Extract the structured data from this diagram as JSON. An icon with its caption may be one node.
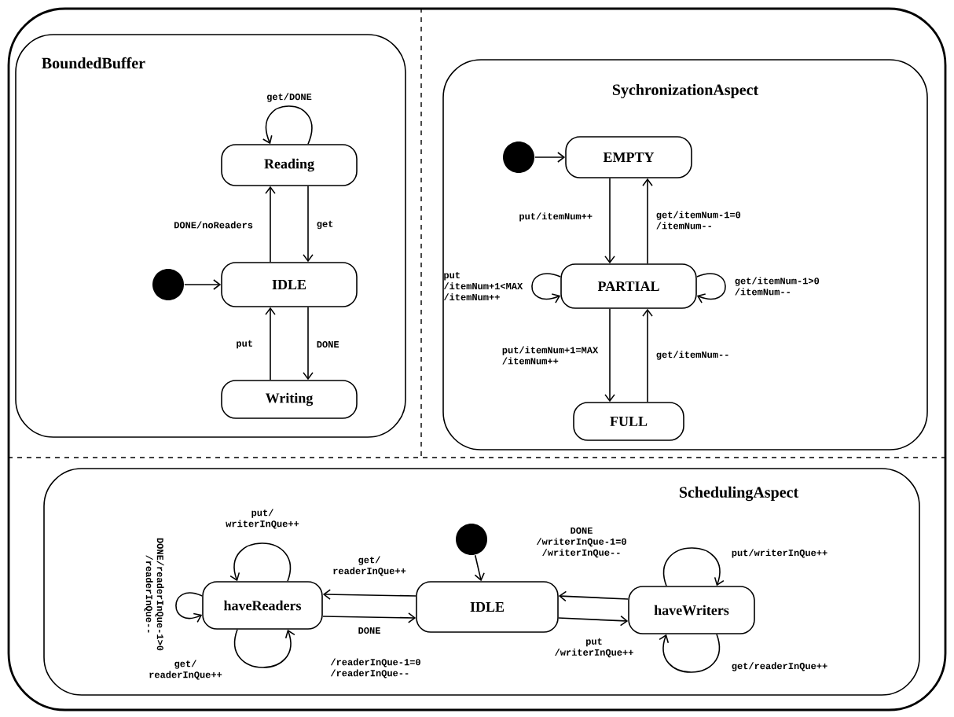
{
  "diagram": {
    "nodes": [
      {
        "text": [],
        "shape": "box"
      },
      {
        "text": [
          "BoundedBuffer"
        ],
        "in": 0
      },
      {
        "text": [],
        "shape": "circle",
        "in": 1
      },
      {
        "text": [
          "Reading"
        ],
        "in": 1
      },
      {
        "text": [
          "IDLE"
        ],
        "in": 1
      },
      {
        "text": [
          "Writing"
        ],
        "in": 1
      },
      {
        "text": [
          "SychronizationAspect"
        ],
        "in": 0
      },
      {
        "text": [],
        "shape": "circle",
        "in": 6
      },
      {
        "text": [
          "EMPTY"
        ],
        "in": 6
      },
      {
        "text": [
          "PARTIAL"
        ],
        "in": 6
      },
      {
        "text": [
          "FULL"
        ],
        "in": 6
      },
      {
        "text": [
          "SchedulingAspect"
        ],
        "in": 0
      },
      {
        "text": [],
        "shape": "circle",
        "in": 11
      },
      {
        "text": [
          "haveReaders"
        ],
        "in": 11
      },
      {
        "text": [
          "IDLE"
        ],
        "in": 11
      },
      {
        "text": [
          "haveWriters"
        ],
        "in": 11
      }
    ],
    "edges": [
      {
        "from": 2,
        "to": 4,
        "arrow": "to"
      },
      {
        "from": 3,
        "to": 3,
        "arrow": "to",
        "label": "get/DONE"
      },
      {
        "from": 4,
        "to": 3,
        "arrow": "to",
        "label": "DONE/noReaders"
      },
      {
        "from": 3,
        "to": 4,
        "arrow": "to",
        "label": "get"
      },
      {
        "from": 4,
        "to": 5,
        "arrow": "to",
        "label": "DONE"
      },
      {
        "from": 5,
        "to": 4,
        "arrow": "to",
        "label": "put"
      },
      {
        "from": 7,
        "to": 8,
        "arrow": "to"
      },
      {
        "from": 8,
        "to": 9,
        "arrow": "to",
        "label": "put/itemNum++"
      },
      {
        "from": 9,
        "to": 8,
        "arrow": "to",
        "label": "get/itemNum-1=0 /itemNum--"
      },
      {
        "from": 9,
        "to": 9,
        "arrow": "to",
        "label": "put /itemNum+1<MAX /itemNum++"
      },
      {
        "from": 9,
        "to": 9,
        "arrow": "to",
        "label": "get/itemNum-1>0 /itemNum--"
      },
      {
        "from": 9,
        "to": 10,
        "arrow": "to",
        "label": "put/itemNum+1=MAX /itemNum++"
      },
      {
        "from": 10,
        "to": 9,
        "arrow": "to",
        "label": "get/itemNum--"
      },
      {
        "from": 12,
        "to": 14,
        "arrow": "to"
      },
      {
        "from": 14,
        "to": 13,
        "arrow": "to",
        "label": "get/ readerInQue++"
      },
      {
        "from": 13,
        "to": 14,
        "arrow": "to",
        "label": "DONE"
      },
      {
        "from": 14,
        "to": 15,
        "arrow": "to",
        "label": "put /writerInQue++"
      },
      {
        "from": 15,
        "to": 14,
        "arrow": "to",
        "label": "DONE /writerInQue-1=0 /writerInQue--"
      },
      {
        "from": 13,
        "to": 13,
        "arrow": "to",
        "label": "put/ writerInQue++"
      },
      {
        "from": 13,
        "to": 13,
        "arrow": "to",
        "label": "DONE/readerInQue-1>0 /readerInQue--"
      },
      {
        "from": 13,
        "to": 13,
        "arrow": "to",
        "label": "get/ readerInQue++"
      },
      {
        "from": 15,
        "to": 15,
        "arrow": "to",
        "label": "put/writerInQue++"
      },
      {
        "from": 15,
        "to": 15,
        "arrow": "to",
        "label": "get/readerInQue++"
      }
    ],
    "labels": [
      "/readerInQue-1=0 /readerInQue--"
    ]
  }
}
